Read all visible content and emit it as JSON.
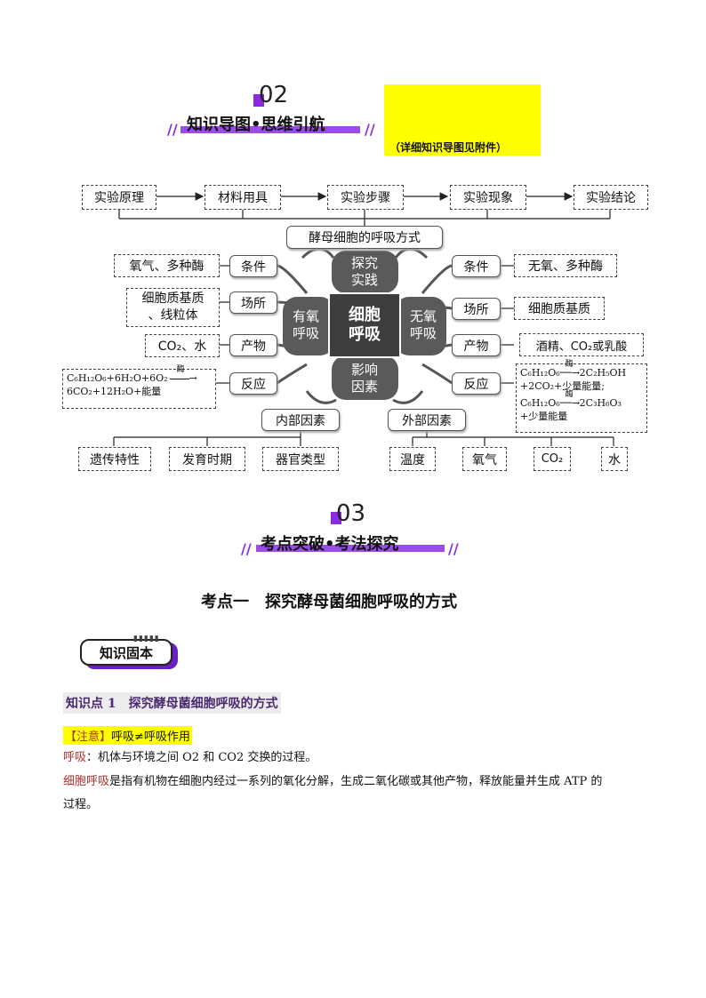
{
  "section2": {
    "number": "02",
    "title": "知识导图•思维引航",
    "note": "（详细知识导图见附件）"
  },
  "mindmap": {
    "flow": [
      "实验原理",
      "材料用具",
      "实验步骤",
      "实验现象",
      "实验结论"
    ],
    "top_label": "酵母细胞的呼吸方式",
    "center": {
      "main": [
        "细胞",
        "呼吸"
      ],
      "top": [
        "探究",
        "实践"
      ],
      "left": [
        "有氧",
        "呼吸"
      ],
      "right": [
        "无氧",
        "呼吸"
      ],
      "bottom": [
        "影响",
        "因素"
      ]
    },
    "left_nodes": [
      "条件",
      "场所",
      "产物",
      "反应"
    ],
    "right_nodes": [
      "条件",
      "场所",
      "产物",
      "反应"
    ],
    "left_details": {
      "condition": "氧气、多种酶",
      "site_line1": "细胞质基质",
      "site_line2": "、线粒体",
      "product": "CO₂、水",
      "reaction_line1": "C₆H₁₂O₆+6H₂O+6O₂",
      "reaction_enzyme": "酶",
      "reaction_line2": "6CO₂+12H₂O+能量"
    },
    "right_details": {
      "condition": "无氧、多种酶",
      "site": "细胞质基质",
      "product": "酒精、CO₂或乳酸",
      "reaction1_reactant": "C₆H₁₂O₆",
      "reaction1_enzyme": "酶",
      "reaction1_product": "2C₂H₅OH",
      "reaction1_line2": "+2CO₂+少量能量;",
      "reaction2_reactant": "C₆H₁₂O₆",
      "reaction2_enzyme": "酶",
      "reaction2_product": "2C₃H₆O₃",
      "reaction2_line2": "+少量能量"
    },
    "factors": {
      "internal": "内部因素",
      "external": "外部因素",
      "internal_items": [
        "遗传特性",
        "发育时期",
        "器官类型"
      ],
      "external_items": [
        "温度",
        "氧气",
        "CO₂",
        "水"
      ]
    }
  },
  "section3": {
    "number": "03",
    "title": "考点突破•考法探究"
  },
  "topic_heading": "考点一　探究酵母菌细胞呼吸的方式",
  "badge": "知识固本",
  "knowledge_point": "知识点 1　探究酵母菌细胞呼吸的方式",
  "note": {
    "bracket": "【注意】",
    "text": "呼吸≠呼吸作用"
  },
  "paragraphs": {
    "p1_term": "呼吸",
    "p1_text": "：机体与环境之间 O2 和 CO2 交换的过程。",
    "p2_term": "细胞呼吸",
    "p2_text": "是指有机物在细胞内经过一系列的氧化分解，生成二氧化碳或其他产物，释放能量并生成 ATP 的",
    "p2_cont": "过程。"
  },
  "colors": {
    "accent": "#8a2be2",
    "highlight": "#ffff00",
    "center_gray": "#5a5a5a",
    "term_red": "#b0302a"
  }
}
